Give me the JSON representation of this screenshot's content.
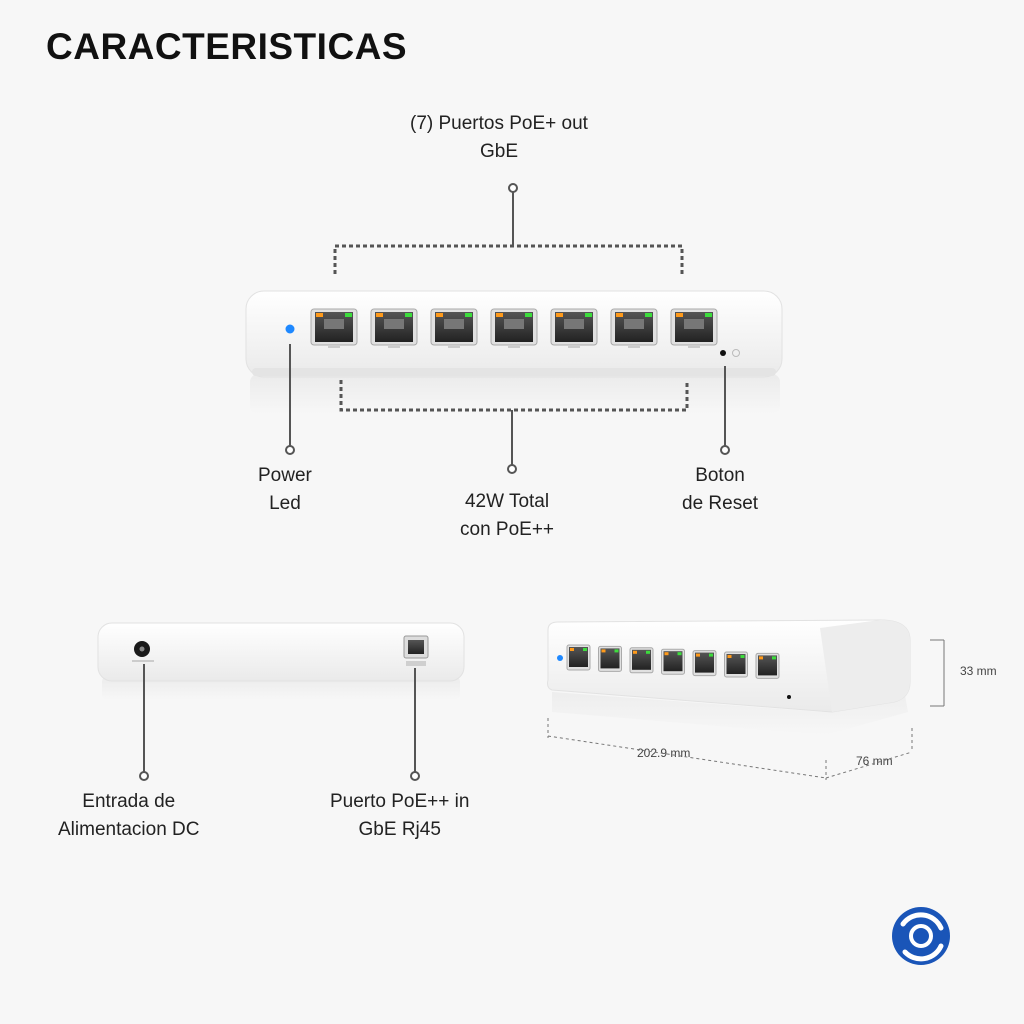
{
  "title": "CARACTERISTICAS",
  "callouts": {
    "poe_out_ports": [
      "(7) Puertos PoE+ out",
      "GbE"
    ],
    "power_led": [
      "Power",
      "Led"
    ],
    "total_power": [
      "42W Total",
      "con PoE++"
    ],
    "reset_button": [
      "Boton",
      "de Reset"
    ],
    "dc_input": [
      "Entrada de",
      "Alimentacion DC"
    ],
    "poe_in_port": [
      "Puerto PoE++ in",
      "GbE Rj45"
    ]
  },
  "dimensions": {
    "height": "33 mm",
    "width": "202.9 mm",
    "depth": "76 mm"
  },
  "colors": {
    "led_blue": "#1e88ff",
    "port_green": "#3ddc3d",
    "port_orange": "#ff9a1a",
    "logo_blue": "#1a55b8"
  }
}
